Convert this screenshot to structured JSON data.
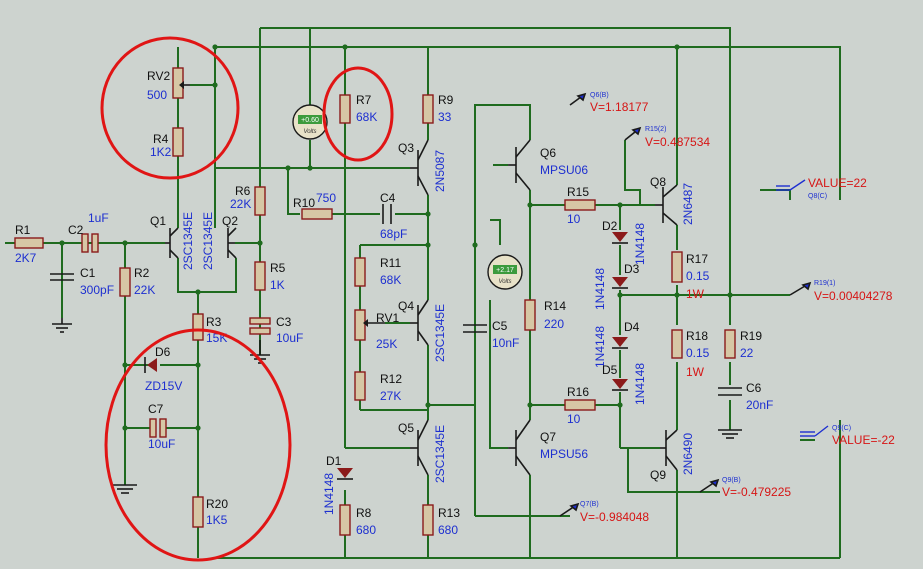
{
  "components": {
    "R1": {
      "ref": "R1",
      "value": "2K7"
    },
    "C2": {
      "ref": "C2",
      "value": "1uF"
    },
    "C1": {
      "ref": "C1",
      "value": "300pF"
    },
    "R2": {
      "ref": "R2",
      "value": "22K"
    },
    "RV2": {
      "ref": "RV2",
      "value": "500"
    },
    "R4": {
      "ref": "R4",
      "value": "1K2"
    },
    "Q1": {
      "ref": "Q1",
      "value": "2SC1345E"
    },
    "Q2": {
      "ref": "Q2",
      "value": "2SC1345E"
    },
    "R6": {
      "ref": "R6",
      "value": "22K"
    },
    "R5": {
      "ref": "R5",
      "value": "1K"
    },
    "C3": {
      "ref": "C3",
      "value": "10uF"
    },
    "R3": {
      "ref": "R3",
      "value": "15K"
    },
    "D6": {
      "ref": "D6",
      "value": "ZD15V"
    },
    "C7": {
      "ref": "C7",
      "value": "10uF"
    },
    "R20": {
      "ref": "R20",
      "value": "1K5"
    },
    "R7": {
      "ref": "R7",
      "value": "68K"
    },
    "R9": {
      "ref": "R9",
      "value": "33"
    },
    "Q3": {
      "ref": "Q3",
      "value": "2N5087"
    },
    "R10": {
      "ref": "R10",
      "value": "750"
    },
    "C4": {
      "ref": "C4",
      "value": "68pF"
    },
    "R11": {
      "ref": "R11",
      "value": "68K"
    },
    "RV1": {
      "ref": "RV1",
      "value": "25K"
    },
    "Q4": {
      "ref": "Q4",
      "value": "2SC1345E"
    },
    "R12": {
      "ref": "R12",
      "value": "27K"
    },
    "Q5": {
      "ref": "Q5",
      "value": "2SC1345E"
    },
    "D1": {
      "ref": "D1",
      "value": "1N4148"
    },
    "R8": {
      "ref": "R8",
      "value": "680"
    },
    "R13": {
      "ref": "R13",
      "value": "680"
    },
    "C5": {
      "ref": "C5",
      "value": "10nF"
    },
    "Q6": {
      "ref": "Q6",
      "value": "MPSU06"
    },
    "Q7": {
      "ref": "Q7",
      "value": "MPSU56"
    },
    "R14": {
      "ref": "R14",
      "value": "220"
    },
    "R15": {
      "ref": "R15",
      "value": "10"
    },
    "R16": {
      "ref": "R16",
      "value": "10"
    },
    "D2": {
      "ref": "D2",
      "value": "1N4148"
    },
    "D3": {
      "ref": "D3",
      "value": "1N4148"
    },
    "D4": {
      "ref": "D4",
      "value": "1N4148"
    },
    "D5": {
      "ref": "D5",
      "value": "1N4148"
    },
    "Q8": {
      "ref": "Q8",
      "value": "2N6487"
    },
    "Q9": {
      "ref": "Q9",
      "value": "2N6490"
    },
    "R17": {
      "ref": "R17",
      "value": "0.15",
      "power": "1W"
    },
    "R18": {
      "ref": "R18",
      "value": "0.15",
      "power": "1W"
    },
    "R19": {
      "ref": "R19",
      "value": "22"
    },
    "C6": {
      "ref": "C6",
      "value": "20nF"
    }
  },
  "meters": {
    "top": {
      "reading": "+0.60",
      "unit": "Volts"
    },
    "mid": {
      "reading": "+2.17",
      "unit": "Volts"
    }
  },
  "probes": {
    "q6b": {
      "tag": "Q6(B)",
      "value": "V=1.18177"
    },
    "r15": {
      "tag": "R15(2)",
      "value": "V=0.487534"
    },
    "q8c": {
      "tag": "Q8(C)",
      "value": "VALUE=22"
    },
    "r19": {
      "tag": "R19(1)",
      "value": "V=0.00404278"
    },
    "q9c": {
      "tag": "Q9(C)",
      "value": "VALUE=-22"
    },
    "q9b": {
      "tag": "Q9(B)",
      "value": "V=-0.479225"
    },
    "q7b": {
      "tag": "Q7(B)",
      "value": "V=-0.984048"
    }
  },
  "colors": {
    "background": "#cdd3cf",
    "wire": "#1f6b1f",
    "component_label": "#1d2fd0",
    "probe_value": "#d61515",
    "highlight_ring": "#e01515"
  }
}
